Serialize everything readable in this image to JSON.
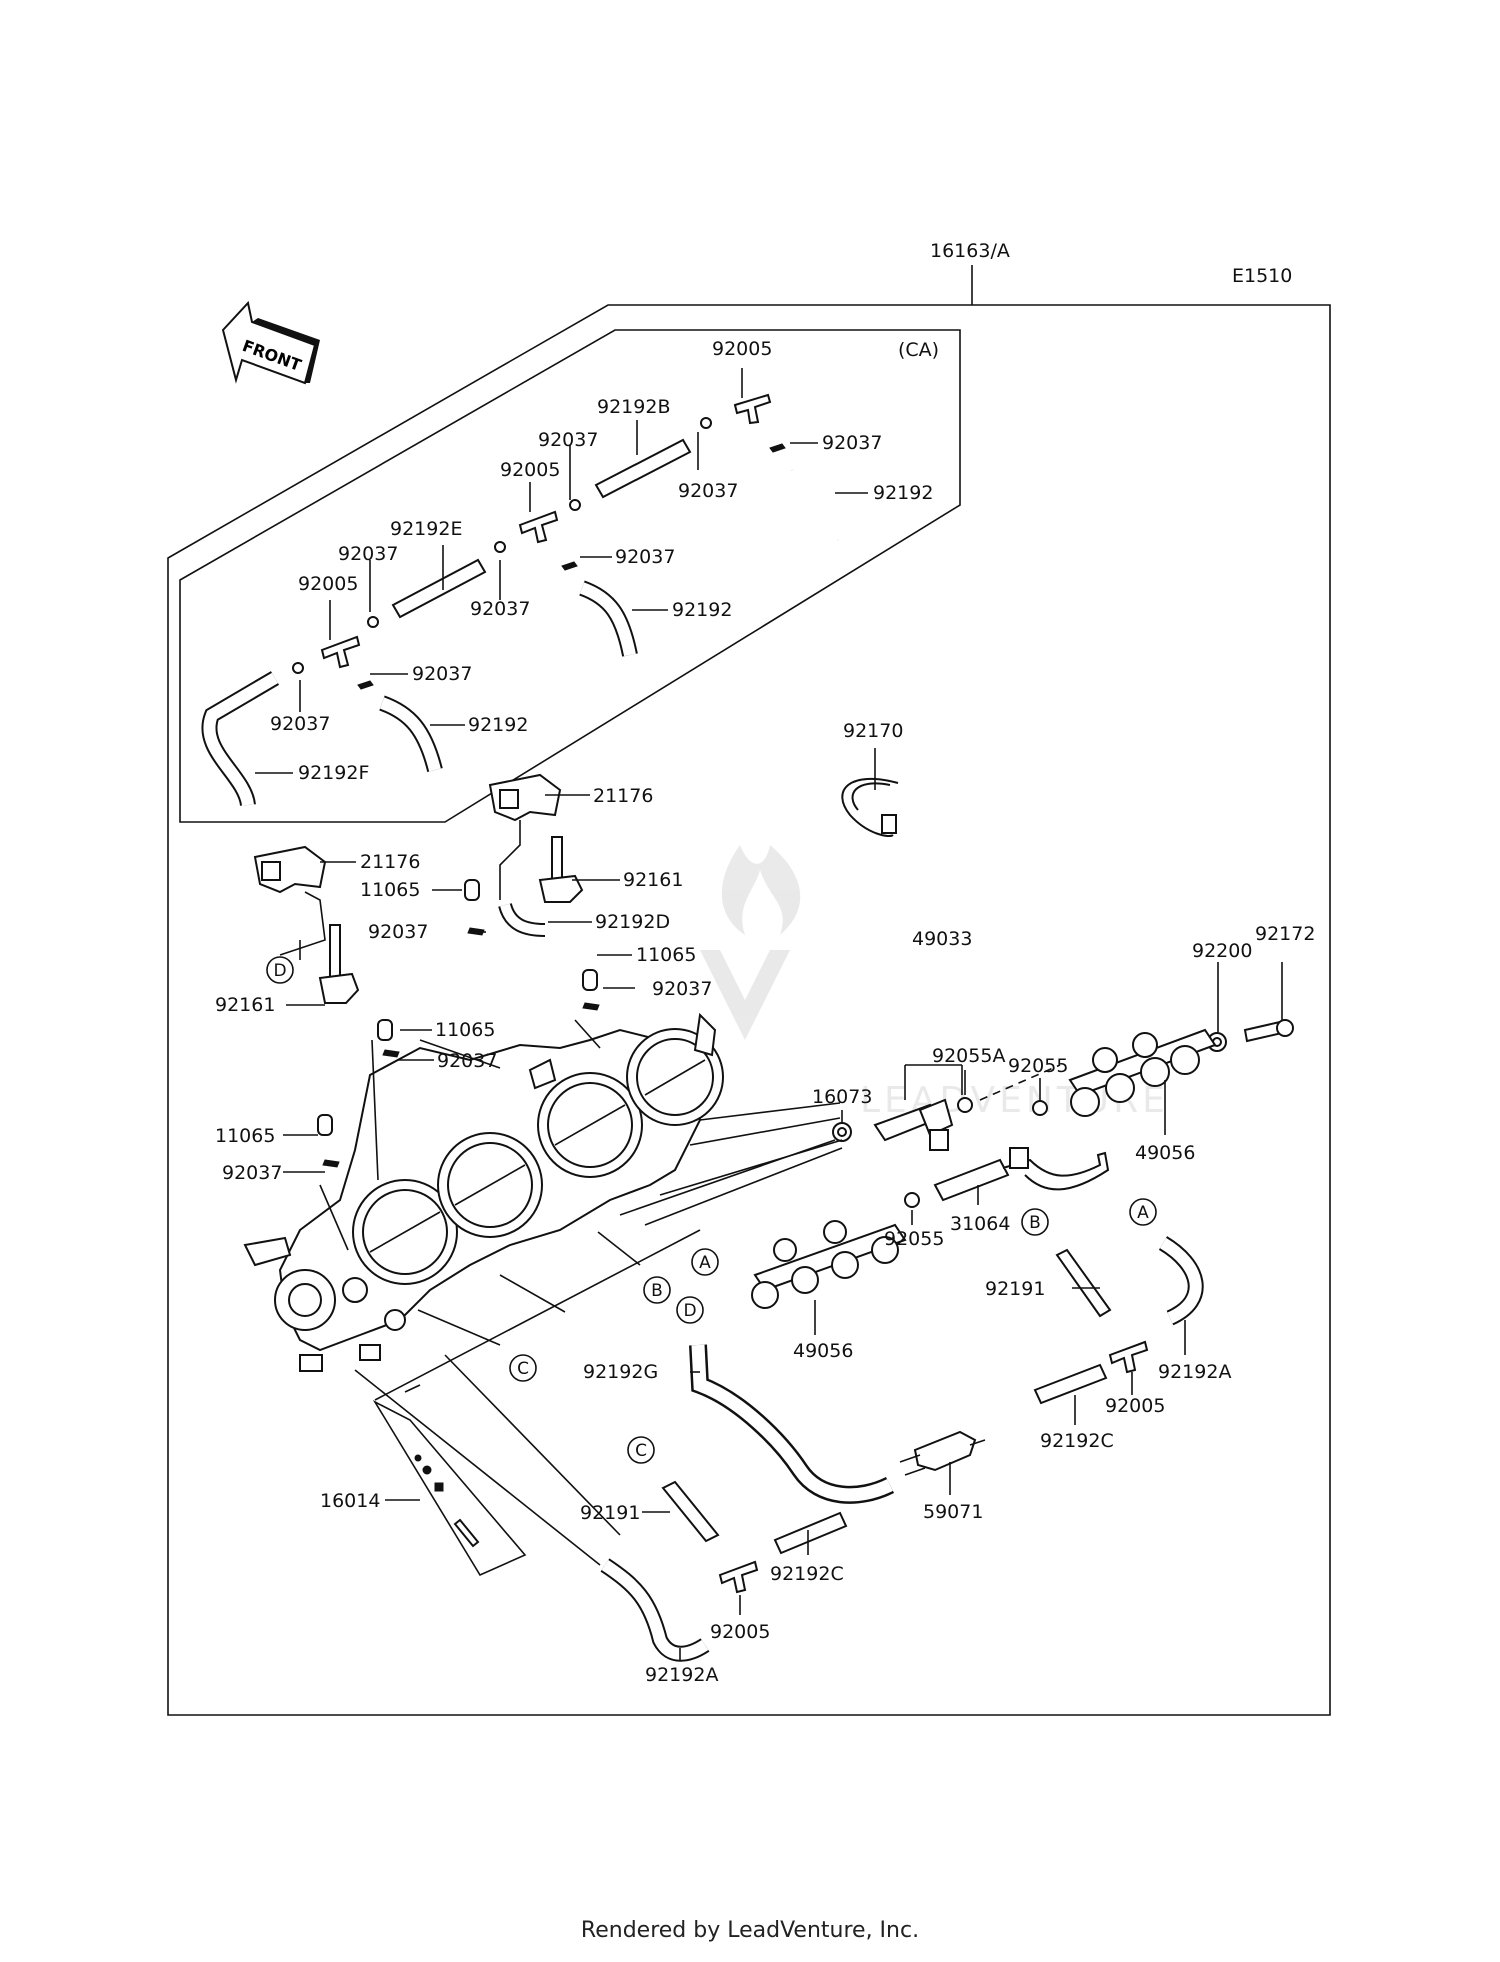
{
  "header": {
    "assembly_ref": "16163/A",
    "diagram_code": "E1510",
    "region_note": "(CA)"
  },
  "front_arrow": {
    "label": "FRONT"
  },
  "part_labels": {
    "p92005_top": "92005",
    "p92037_a": "92037",
    "p92192b": "92192B",
    "p92037_b": "92037",
    "p92005_b": "92005",
    "p92037_c": "92037",
    "p92192_a": "92192",
    "p92192e": "92192E",
    "p92037_d": "92037",
    "p92037_e": "92037",
    "p92005_c": "92005",
    "p92037_f": "92037",
    "p92192_b": "92192",
    "p92037_g": "92037",
    "p92037_h": "92037",
    "p92192_c": "92192",
    "p92192f": "92192F",
    "p92170": "92170",
    "p21176_a": "21176",
    "p21176_b": "21176",
    "p92161_a": "92161",
    "p11065_a": "11065",
    "p92192d": "92192D",
    "p92037_i": "92037",
    "p11065_b": "11065",
    "p11065_c": "11065",
    "p92037_j": "92037",
    "p92161_b": "92161",
    "p92037_k": "92037",
    "p49033": "49033",
    "p92200": "92200",
    "p92172": "92172",
    "p92055a": "92055A",
    "p16073": "16073",
    "p92055_a": "92055",
    "p11065_d": "11065",
    "p92037_l": "92037",
    "p49056_a": "49056",
    "p31064": "31064",
    "p92055_b": "92055",
    "p92191_a": "92191",
    "p49056_b": "49056",
    "p92192g": "92192G",
    "p92192a_a": "92192A",
    "p92005_d": "92005",
    "p92192c_a": "92192C",
    "p16014": "16014",
    "p59071": "59071",
    "p92191_b": "92191",
    "p92192c_b": "92192C",
    "p92005_e": "92005",
    "p92192a_b": "92192A"
  },
  "callouts": {
    "A": "A",
    "B": "B",
    "C": "C",
    "D": "D"
  },
  "watermark": {
    "text": "LEADVENTURE"
  },
  "footer": {
    "rendered_by": "Rendered by LeadVenture, Inc."
  }
}
